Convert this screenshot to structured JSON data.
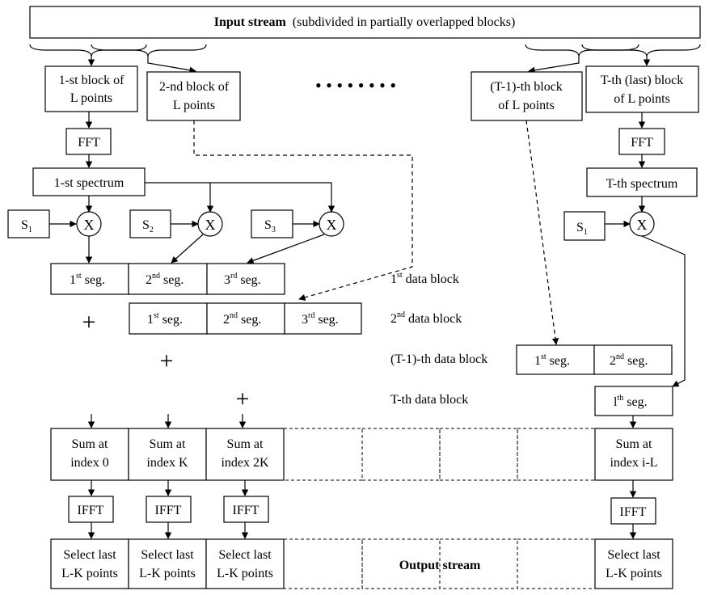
{
  "input_stream": {
    "title": "Input stream",
    "subtitle": "(subdivided in partially overlapped blocks)"
  },
  "blocks": {
    "b1": [
      "1-st block of",
      "L points"
    ],
    "b2": [
      "2-nd block of",
      "L points"
    ],
    "bt1": [
      "(T-1)-th  block",
      "of L points"
    ],
    "bt": [
      "T-th (last) block",
      "of L points"
    ]
  },
  "fft_label": "FFT",
  "ifft_label": "IFFT",
  "spectrum1": "1-st spectrum",
  "spectrumT": "T-th spectrum",
  "multiplier": "X",
  "s_labels": {
    "s_letter": "S",
    "s1": "1",
    "s2": "2",
    "s3": "3"
  },
  "seg": {
    "n1": "1",
    "n2": "2",
    "n3": "3",
    "nl": "l",
    "st": "st",
    "nd": "nd",
    "rd": "rd",
    "th": "th",
    "word": " seg."
  },
  "data_blocks": {
    "d1": {
      "num": "1",
      "sup": "st",
      "text": " data block"
    },
    "d2": {
      "num": "2",
      "sup": "nd",
      "text": " data block"
    },
    "dt1": "(T-1)-th data block",
    "dt": "T-th data block"
  },
  "plus": "+",
  "sums": [
    [
      "Sum at",
      "index 0"
    ],
    [
      "Sum at",
      "index K"
    ],
    [
      "Sum at",
      "index 2K"
    ],
    [
      "Sum at",
      "index i-L"
    ]
  ],
  "select": [
    "Select last",
    "L-K points"
  ],
  "output_stream": "Output stream",
  "dots": "•  •  •  •  •  •  •  •"
}
